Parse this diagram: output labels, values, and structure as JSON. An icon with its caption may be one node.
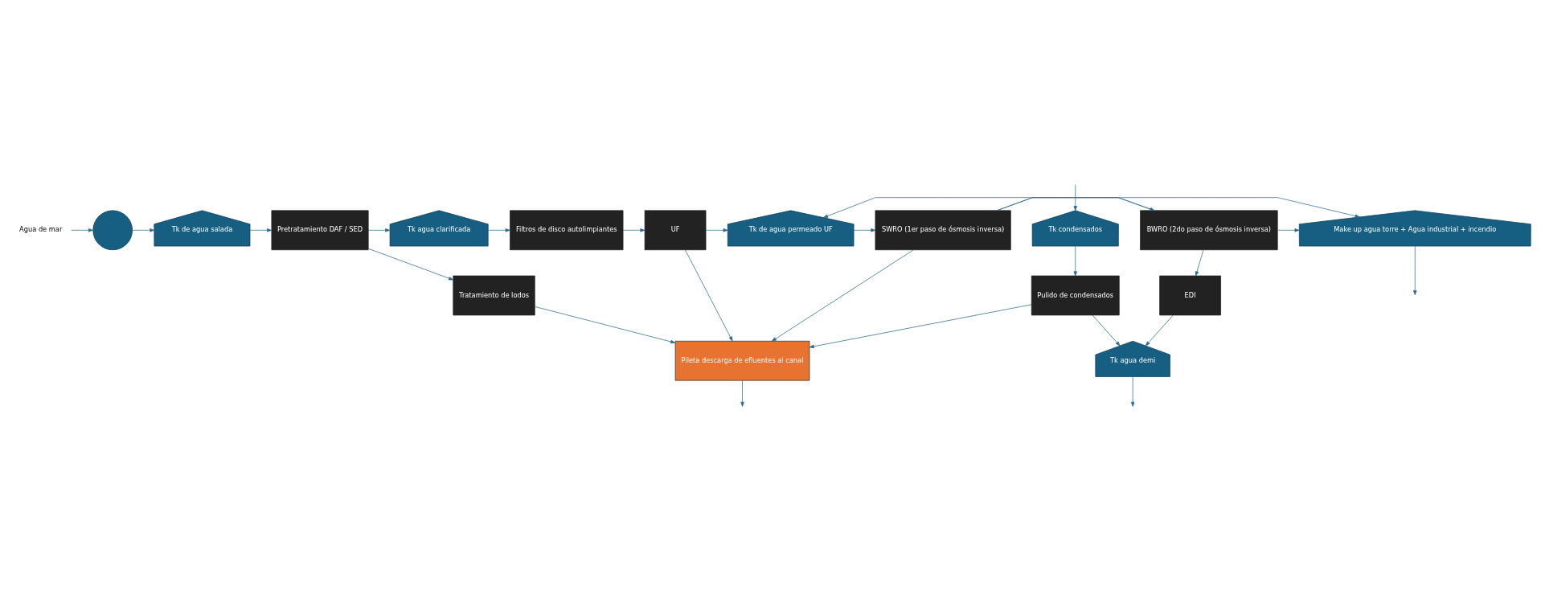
{
  "diagram": {
    "nodes": [
      {
        "text": [
          "Agua de mar"
        ]
      },
      {
        "text": [],
        "shape": "circle"
      },
      {
        "text": [
          "Tk de agua salada"
        ]
      },
      {
        "text": [
          "Pretratamiento DAF / SED"
        ]
      },
      {
        "text": [
          "Tk agua clarificada"
        ]
      },
      {
        "text": [
          "Filtros de disco autolimpiantes"
        ]
      },
      {
        "text": [
          "UF"
        ]
      },
      {
        "text": [
          "Tk de agua permeado UF"
        ]
      },
      {
        "text": [
          "SWRO (1er paso de ósmosis inversa)"
        ]
      },
      {
        "text": [
          "BWRO (2do paso de ósmosis inversa)"
        ]
      },
      {
        "text": [
          "Make up agua torre + Agua industrial + incendio"
        ]
      },
      {
        "text": [
          "Tratamiento de lodos"
        ]
      },
      {
        "text": [
          "EDI"
        ]
      },
      {
        "text": [
          "Tk condensados"
        ]
      },
      {
        "text": [
          "Pulido de condensados"
        ]
      },
      {
        "text": [
          "Tk agua demi"
        ]
      },
      {
        "text": [
          "Pileta descarga de efluentes al canal"
        ]
      }
    ],
    "edges": [
      {
        "from": 0,
        "to": 1,
        "arrow": "to"
      },
      {
        "from": 1,
        "to": 2,
        "arrow": "to"
      },
      {
        "from": 2,
        "to": 3,
        "arrow": "to"
      },
      {
        "from": 3,
        "to": 4,
        "arrow": "to"
      },
      {
        "from": 4,
        "to": 5,
        "arrow": "to"
      },
      {
        "from": 5,
        "to": 6,
        "arrow": "to"
      },
      {
        "from": 6,
        "to": 7,
        "arrow": "to"
      },
      {
        "from": 7,
        "to": 8,
        "arrow": "to"
      },
      {
        "from": 8,
        "to": 9,
        "arrow": "to"
      },
      {
        "from": 9,
        "to": 10,
        "arrow": "to"
      },
      {
        "from": 10,
        "to": null,
        "arrow": "to"
      },
      {
        "from": 3,
        "to": 11,
        "arrow": "to"
      },
      {
        "from": 11,
        "to": 16,
        "arrow": "to"
      },
      {
        "from": 6,
        "to": 16,
        "arrow": "to"
      },
      {
        "from": 9,
        "to": 7,
        "arrow": "to"
      },
      {
        "from": 8,
        "to": 10,
        "arrow": "to"
      },
      {
        "from": 9,
        "to": 12,
        "arrow": "to"
      },
      {
        "from": 12,
        "to": 15,
        "arrow": "to"
      },
      {
        "from": null,
        "to": 13,
        "arrow": "to"
      },
      {
        "from": 13,
        "to": 14,
        "arrow": "to"
      },
      {
        "from": 14,
        "to": 15,
        "arrow": "to"
      },
      {
        "from": 14,
        "to": 16,
        "arrow": "to"
      },
      {
        "from": 8,
        "to": 16,
        "arrow": "to"
      },
      {
        "from": 16,
        "to": null,
        "arrow": "to"
      },
      {
        "from": 15,
        "to": null,
        "arrow": "to"
      }
    ]
  }
}
